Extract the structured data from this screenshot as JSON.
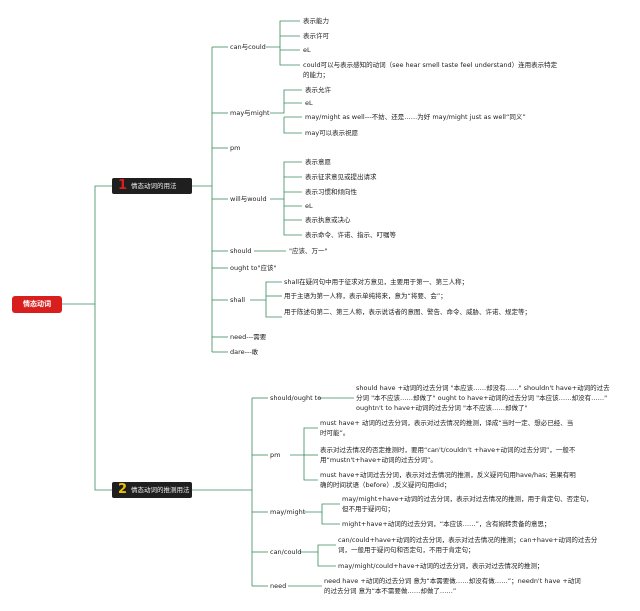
{
  "root": "情态动词",
  "sections": [
    {
      "num": "1",
      "label": "情态动词的用法"
    },
    {
      "num": "2",
      "label": "情态动词的推测用法"
    }
  ],
  "s1": {
    "can_could": {
      "label": "can与could",
      "items": [
        "表示能力",
        "表示许可",
        "eL",
        "could可以与表示感知的动词（see hear smell taste feel understand）连用表示特定的能力；"
      ]
    },
    "may_might": {
      "label": "may与might",
      "items": [
        "表示允许",
        "eL",
        "may/might as well---不妨、还是……为好 may/might just as well“同义”",
        "may可以表示祝愿"
      ]
    },
    "pm": "pm",
    "will_would": {
      "label": "will与would",
      "items": [
        "表示意愿",
        "表示征求意见或提出请求",
        "表示习惯和倾向性",
        "eL",
        "表示执意或决心",
        "表示命令、许诺、指示、叮嘱等"
      ]
    },
    "should": {
      "label": "should",
      "note": "\"应该、万一\""
    },
    "ought_to": "ought to\"应该\"",
    "shall": {
      "label": "shall",
      "items": [
        "shall在疑问句中用于征求对方意见，主要用于第一、第三人称；",
        "用于主语为第一人称，表示单纯将来，意为“将要、会”；",
        "用于陈述句第二、第三人称，表示说话者的意图、警告、命令、威胁、许诺、规定等；"
      ]
    },
    "need": "need---需要",
    "dare": "dare---敢"
  },
  "s2": {
    "should_ought": {
      "label": "should/ought to",
      "text": "should have +动词的过去分词 \"本应该……却没有……\" shouldn't have+动词的过去分词 \"本不应该……却做了\" ought to have+动词的过去分词 \"本应该……却没有……\" oughtn't to have+动词的过去分词 \"本不应该……却做了\""
    },
    "pm": {
      "label": "pm",
      "items": [
        "must have+ 动词的过去分词，表示对过去情况的推测，译成“当时一定、想必已经、当时可能”。",
        "表示对过去情况的否定推测时，要用“can't/couldn't +have+动词的过去分词”，一般不用“mustn't+have+动词的过去分词”。",
        "must have+动词过去分词，表示对过去情况的推测，反义疑问句用have/has; 若果有明确的时间状语（before）,反义疑问句用did；"
      ]
    },
    "may_might": {
      "label": "may/might",
      "items": [
        "may/might+have+动词的过去分词，表示对过去情况的推测，用于肯定句、否定句，但不用于疑问句；",
        "might+have+动词的过去分词，“本应该……”，含有婉转责备的意思；"
      ]
    },
    "can_could": {
      "label": "can/could",
      "items": [
        "can/could+have+动词的过去分词，表示对过去情况的推测；can+have+动词的过去分词，一般用于疑问句和否定句，不用于肯定句；",
        "may/might/could+have+动词的过去分词，表示对过去情况的推测；"
      ]
    },
    "need": {
      "label": "need",
      "text": "need have +动词的过去分词 意为“本需要做……却没有做……”；needn't have +动词的过去分词 意为“本不需要做……却做了……”"
    }
  }
}
